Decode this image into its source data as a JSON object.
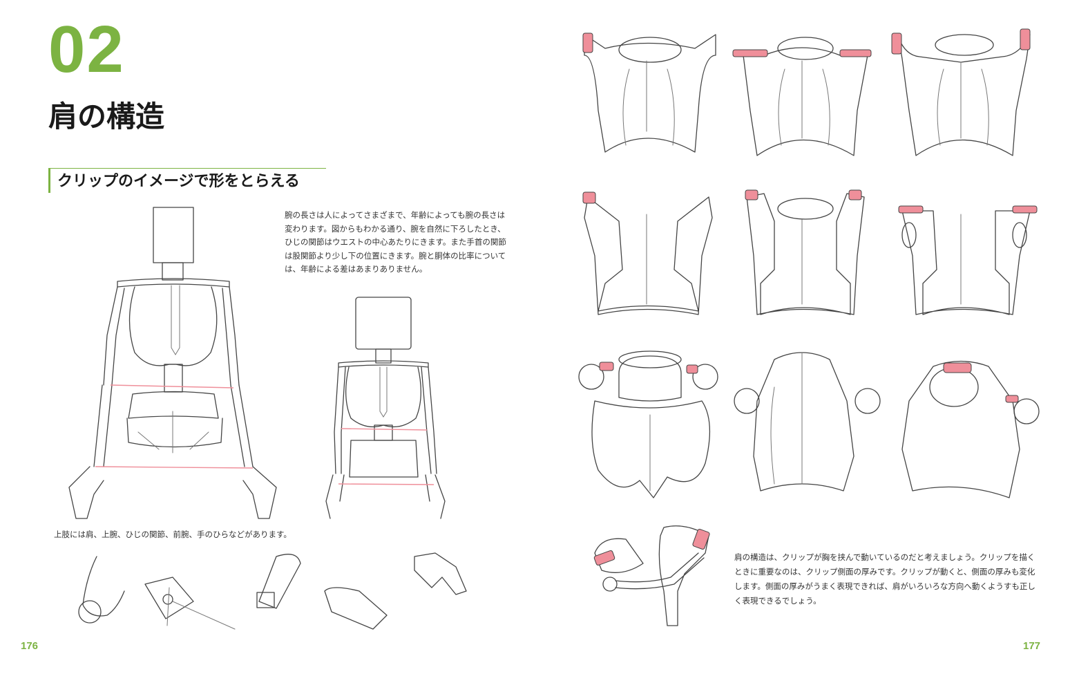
{
  "left_page": {
    "chapter_number": "02",
    "chapter_title": "肩の構造",
    "section_heading": "クリップのイメージで形をとらえる",
    "intro_paragraph": "腕の長さは人によってさまざまで、年齢によっても腕の長さは変わります。図からもわかる通り、腕を自然に下ろしたとき、ひじの関節はウエストの中心あたりにきます。また手首の関節は股関節より少し下の位置にきます。腕と胴体の比率については、年齢による差はあまりありません。",
    "caption": "上肢には肩、上腕、ひじの関節、前腕、手のひらなどがあります。",
    "page_number": "176"
  },
  "right_page": {
    "body_paragraph": "肩の構造は、クリップが胸を挟んで動いているのだと考えましょう。クリップを描くときに重要なのは、クリップ側面の厚みです。クリップが動くと、側面の厚みも変化します。側面の厚みがうまく表現できれば、肩がいろいろな方向へ動くようすも正しく表現できるでしょう。",
    "page_number": "177"
  },
  "colors": {
    "accent_green": "#7cb342",
    "highlight_pink": "#ef8f9a",
    "text": "#333333",
    "background": "#ffffff"
  }
}
